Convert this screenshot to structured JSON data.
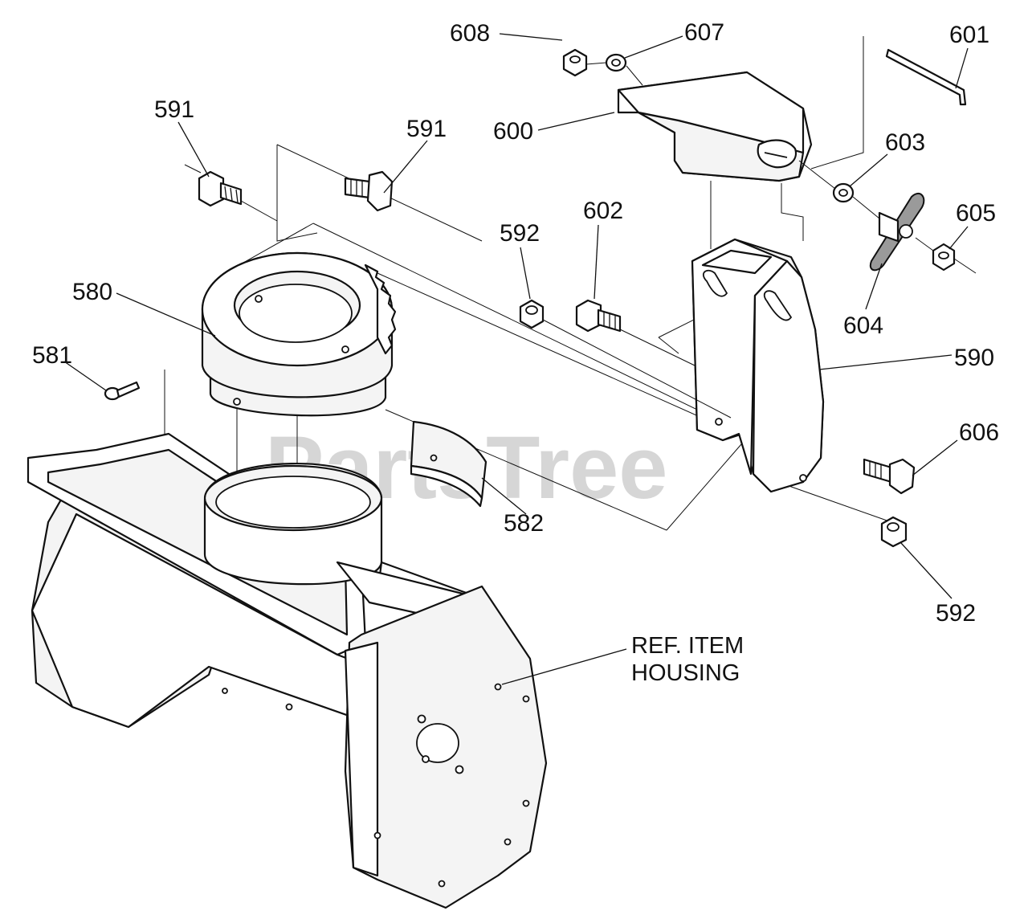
{
  "watermark": "PartsTree",
  "callouts": {
    "c608": "608",
    "c607": "607",
    "c601": "601",
    "c600": "600",
    "c591a": "591",
    "c591b": "591",
    "c603": "603",
    "c605": "605",
    "c602": "602",
    "c592a": "592",
    "c604": "604",
    "c580": "580",
    "c590": "590",
    "c581": "581",
    "c606": "606",
    "c582": "582",
    "c592b": "592"
  },
  "ref_note": {
    "line1": "REF. ITEM",
    "line2": "HOUSING"
  }
}
